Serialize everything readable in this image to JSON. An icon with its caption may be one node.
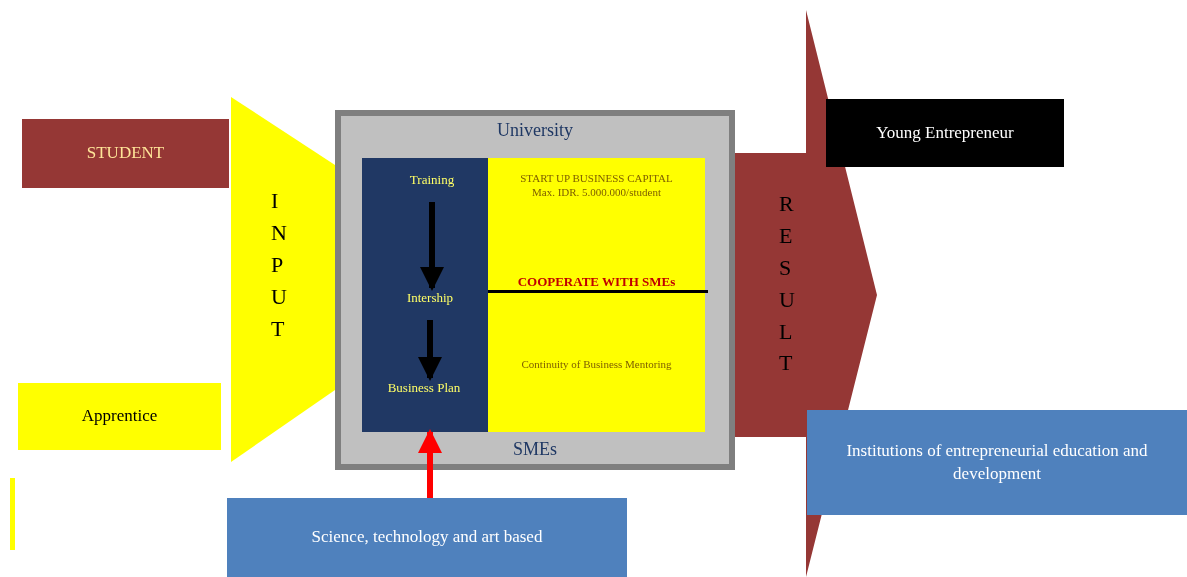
{
  "diagram": {
    "nodes": [
      {
        "text": [
          "STUDENT"
        ]
      },
      {
        "text": [
          "Apprentice"
        ]
      },
      {
        "text": [
          "INPUT"
        ]
      },
      {
        "text": [
          "University",
          "SMEs"
        ]
      },
      {
        "text": [],
        "shape": "box",
        "in": 3
      },
      {
        "text": [
          "Training"
        ],
        "in": 4
      },
      {
        "text": [
          "Intership"
        ],
        "in": 4
      },
      {
        "text": [
          "Business Plan"
        ],
        "in": 4
      },
      {
        "text": [
          "START UP BUSINESS CAPITAL Max. IDR. 5.000.000/student",
          "COOPERATE WITH SMEs",
          "Continuity of Business Mentoring"
        ],
        "in": 3
      },
      {
        "text": [
          "RESULT"
        ]
      },
      {
        "text": [
          "Young Entrepreneur"
        ]
      },
      {
        "text": [
          "Institutions of entrepreneurial education and development"
        ]
      },
      {
        "text": [
          "Science, technology and art based"
        ]
      }
    ],
    "edges": [
      {
        "from": 5,
        "to": 6,
        "arrow": "to"
      },
      {
        "from": 6,
        "to": 7,
        "arrow": "to"
      },
      {
        "from": 12,
        "to": 4,
        "arrow": "to",
        "color": "#ff0000"
      }
    ]
  }
}
